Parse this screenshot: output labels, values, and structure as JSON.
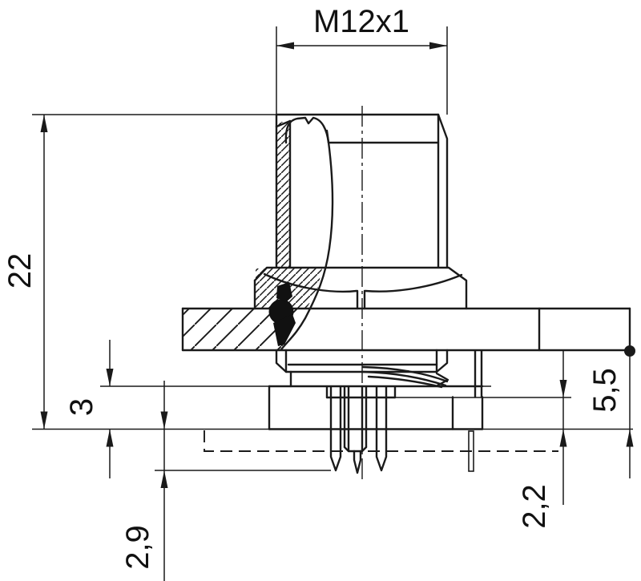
{
  "drawing": {
    "description": "Technical section drawing of an M12 panel-mount connector",
    "colors": {
      "line": "#1a1a1a",
      "background": "#ffffff"
    },
    "dimensions": {
      "thread": "M12x1",
      "overall_height": "22",
      "flange_thickness": "3",
      "pin_protrusion": "2,9",
      "panel_to_face": "5,5",
      "recess_depth": "2,2"
    }
  }
}
